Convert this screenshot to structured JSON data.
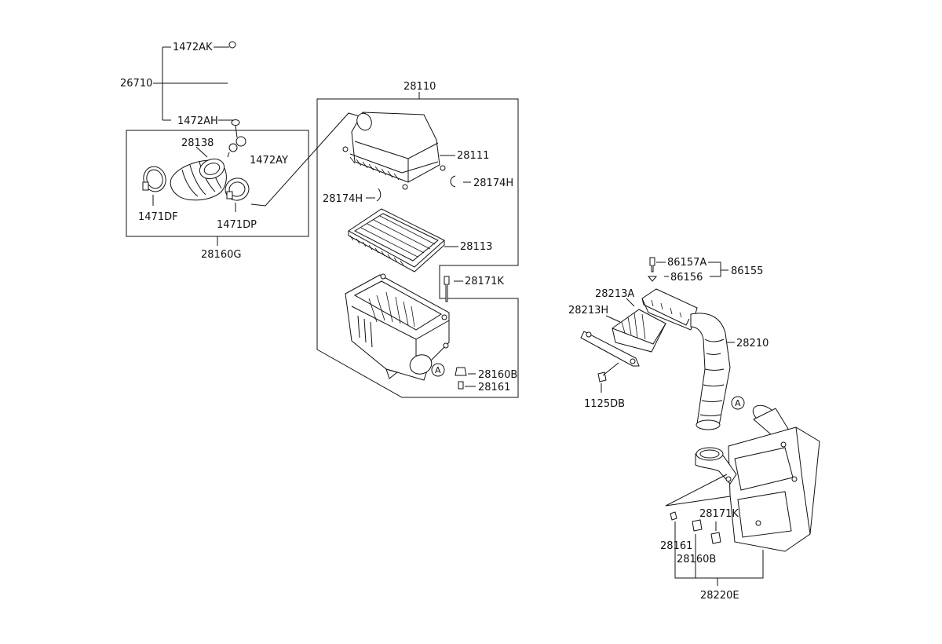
{
  "diagram": {
    "labels": {
      "p1472AK": "1472AK",
      "p26710": "26710",
      "p1472AH": "1472AH",
      "p28138": "28138",
      "p1472AY": "1472AY",
      "p1471DF": "1471DF",
      "p1471DP": "1471DP",
      "p28160G": "28160G",
      "p28110": "28110",
      "p28111": "28111",
      "p28174H_right": "28174H",
      "p28174H_left": "28174H",
      "p28113": "28113",
      "p28171K_top": "28171K",
      "p28160B_top": "28160B",
      "p28161_top": "28161",
      "p86157A": "86157A",
      "p86155": "86155",
      "p86156": "86156",
      "p28213A": "28213A",
      "p28213H": "28213H",
      "p28210": "28210",
      "p1125DB": "1125DB",
      "p28171K_bottom": "28171K",
      "p28161_bottom": "28161",
      "p28160B_bottom": "28160B",
      "p28220E": "28220E",
      "refA_top": "A",
      "refA_right": "A"
    }
  }
}
